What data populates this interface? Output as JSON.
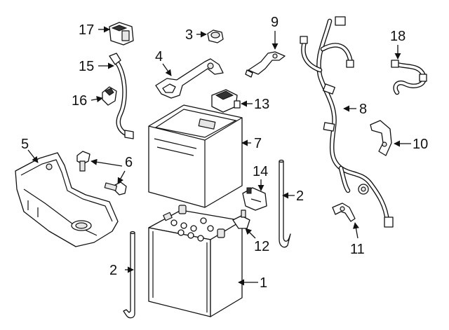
{
  "callouts": [
    {
      "id": "callout-1",
      "text": "1"
    },
    {
      "id": "callout-2a",
      "text": "2"
    },
    {
      "id": "callout-2b",
      "text": "2"
    },
    {
      "id": "callout-3",
      "text": "3"
    },
    {
      "id": "callout-4",
      "text": "4"
    },
    {
      "id": "callout-5",
      "text": "5"
    },
    {
      "id": "callout-6",
      "text": "6"
    },
    {
      "id": "callout-7",
      "text": "7"
    },
    {
      "id": "callout-8",
      "text": "8"
    },
    {
      "id": "callout-9",
      "text": "9"
    },
    {
      "id": "callout-10",
      "text": "10"
    },
    {
      "id": "callout-11",
      "text": "11"
    },
    {
      "id": "callout-12",
      "text": "12"
    },
    {
      "id": "callout-13",
      "text": "13"
    },
    {
      "id": "callout-14",
      "text": "14"
    },
    {
      "id": "callout-15",
      "text": "15"
    },
    {
      "id": "callout-16",
      "text": "16"
    },
    {
      "id": "callout-17",
      "text": "17"
    },
    {
      "id": "callout-18",
      "text": "18"
    }
  ]
}
